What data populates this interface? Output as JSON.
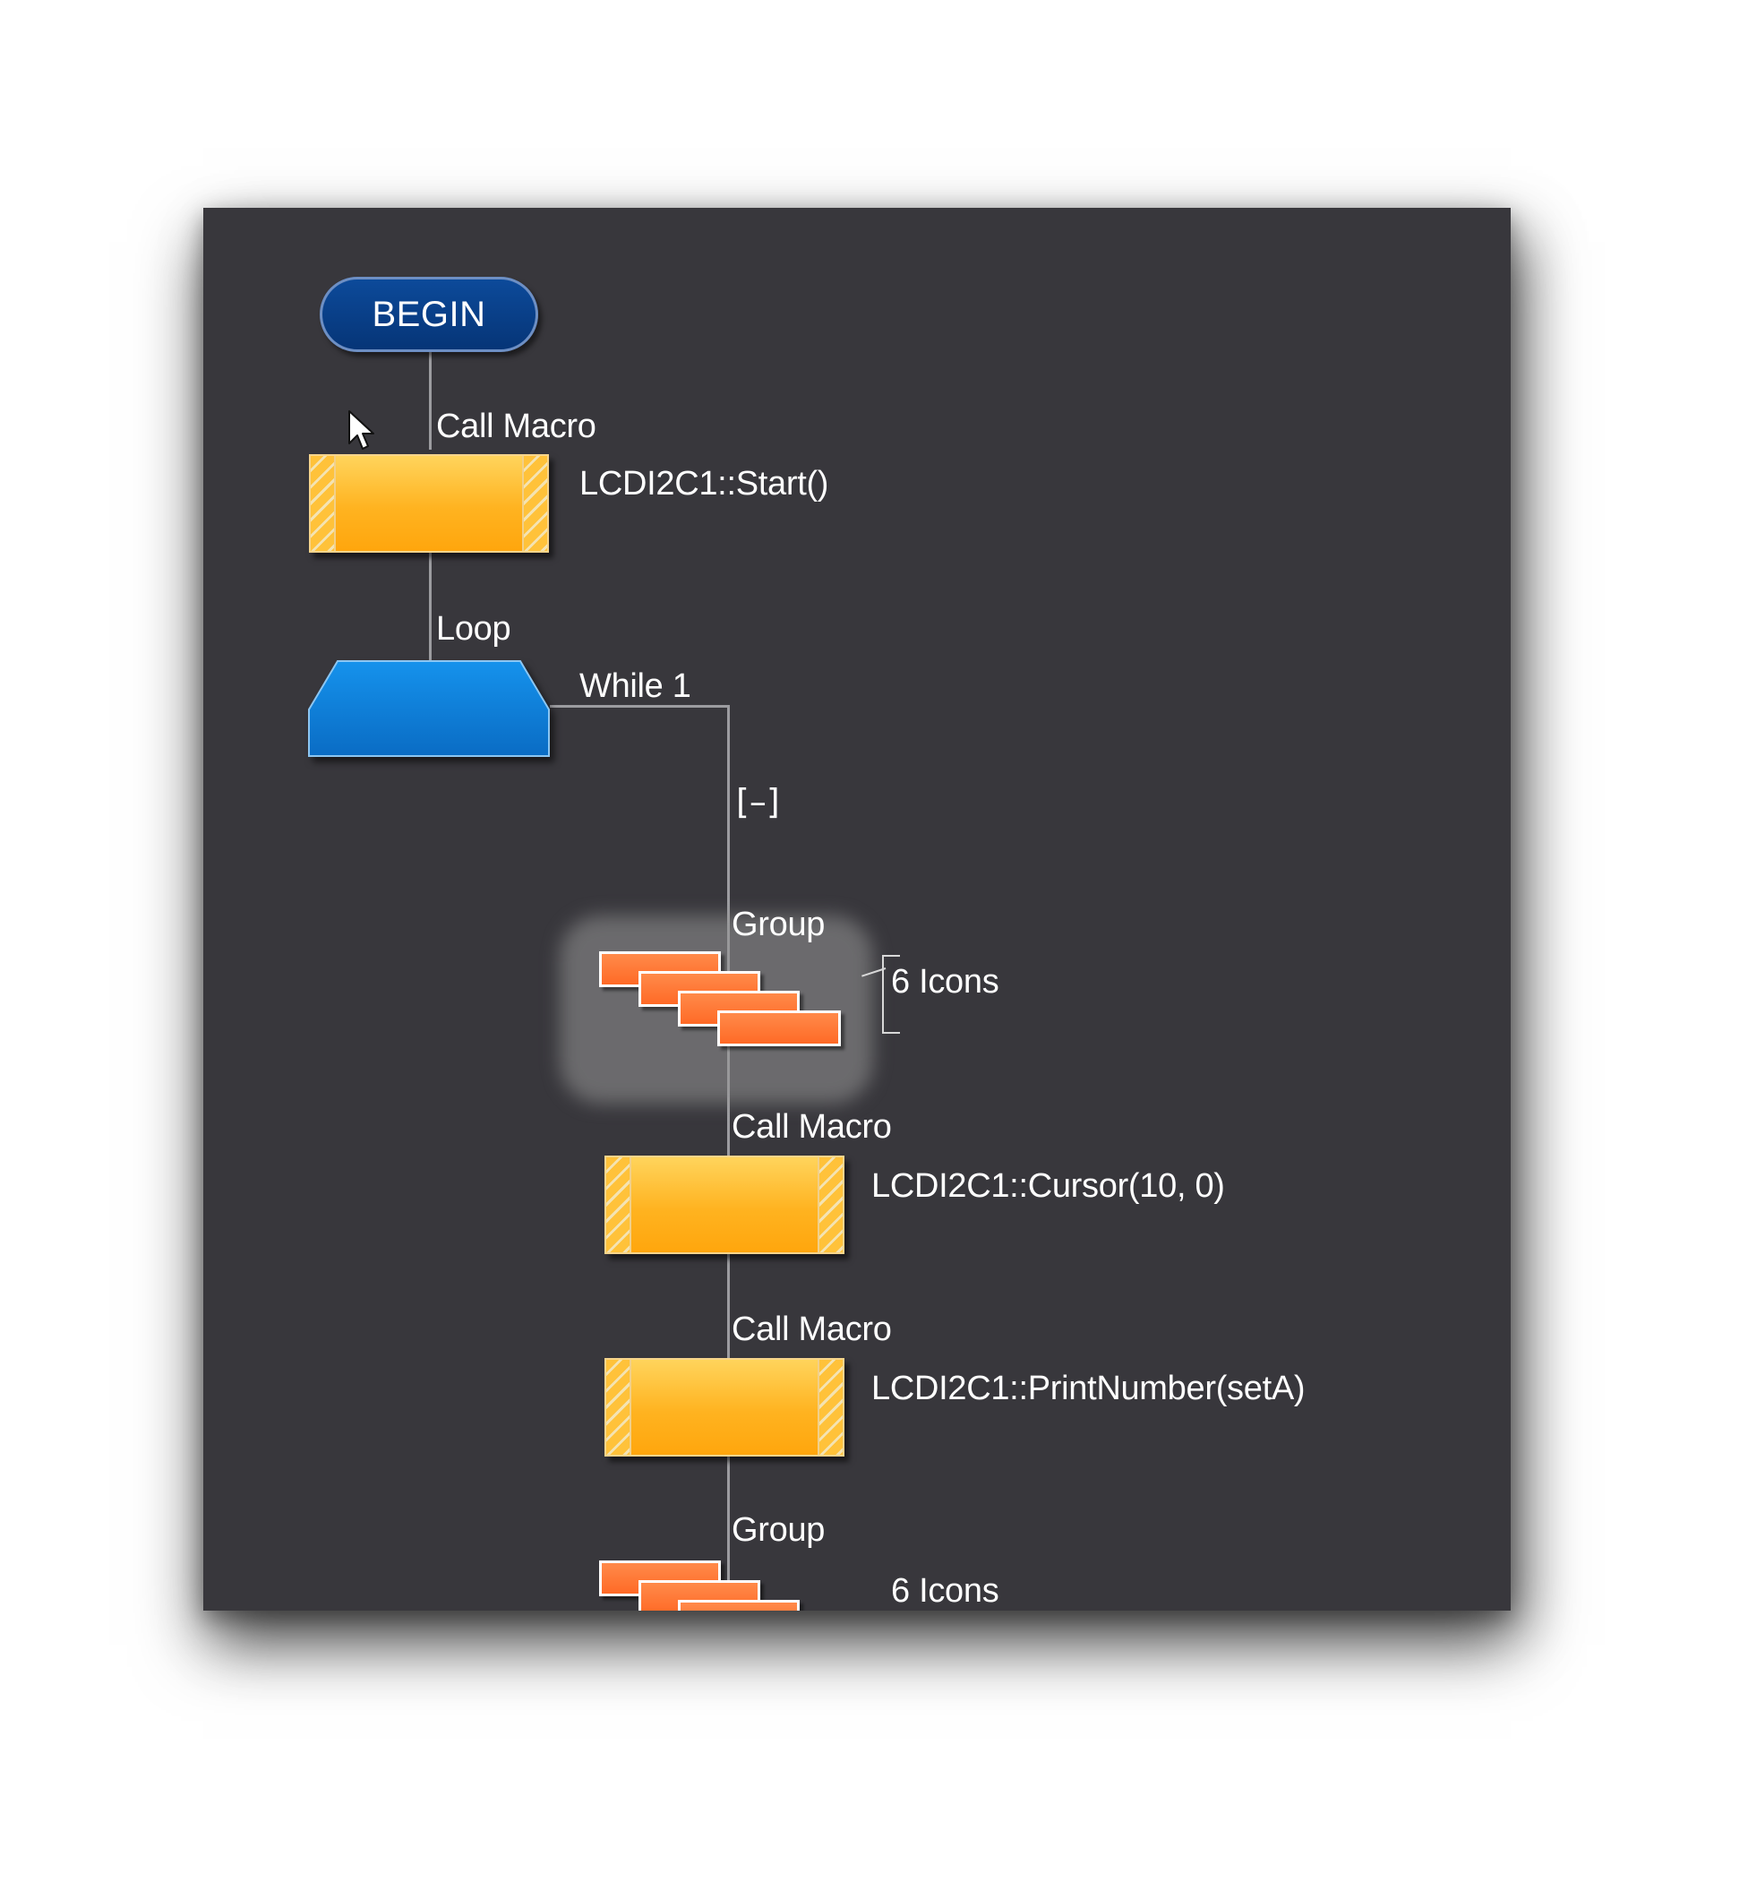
{
  "flowchart": {
    "begin_label": "BEGIN",
    "nodes": [
      {
        "type_label": "Call Macro",
        "detail": "LCDI2C1::Start()"
      },
      {
        "type_label": "Loop",
        "detail": "While 1"
      },
      {
        "collapse_symbol": "[–]"
      },
      {
        "type_label": "Group",
        "detail": "6 Icons"
      },
      {
        "type_label": "Call Macro",
        "detail": "LCDI2C1::Cursor(10, 0)"
      },
      {
        "type_label": "Call Macro",
        "detail": "LCDI2C1::PrintNumber(setA)"
      },
      {
        "type_label": "Group",
        "detail": "6 Icons"
      }
    ]
  },
  "colors": {
    "canvas_bg": "#38373c",
    "begin_fill": "#0c4a9a",
    "macro_fill": "#ffb320",
    "loop_fill": "#0d7fd8",
    "group_icon_fill": "#ff6a26",
    "wire": "#9c9ca0",
    "text": "#ffffff"
  },
  "icons": [
    "cursor-arrow-icon",
    "call-macro-icon",
    "loop-icon",
    "group-icon",
    "collapse-icon"
  ]
}
